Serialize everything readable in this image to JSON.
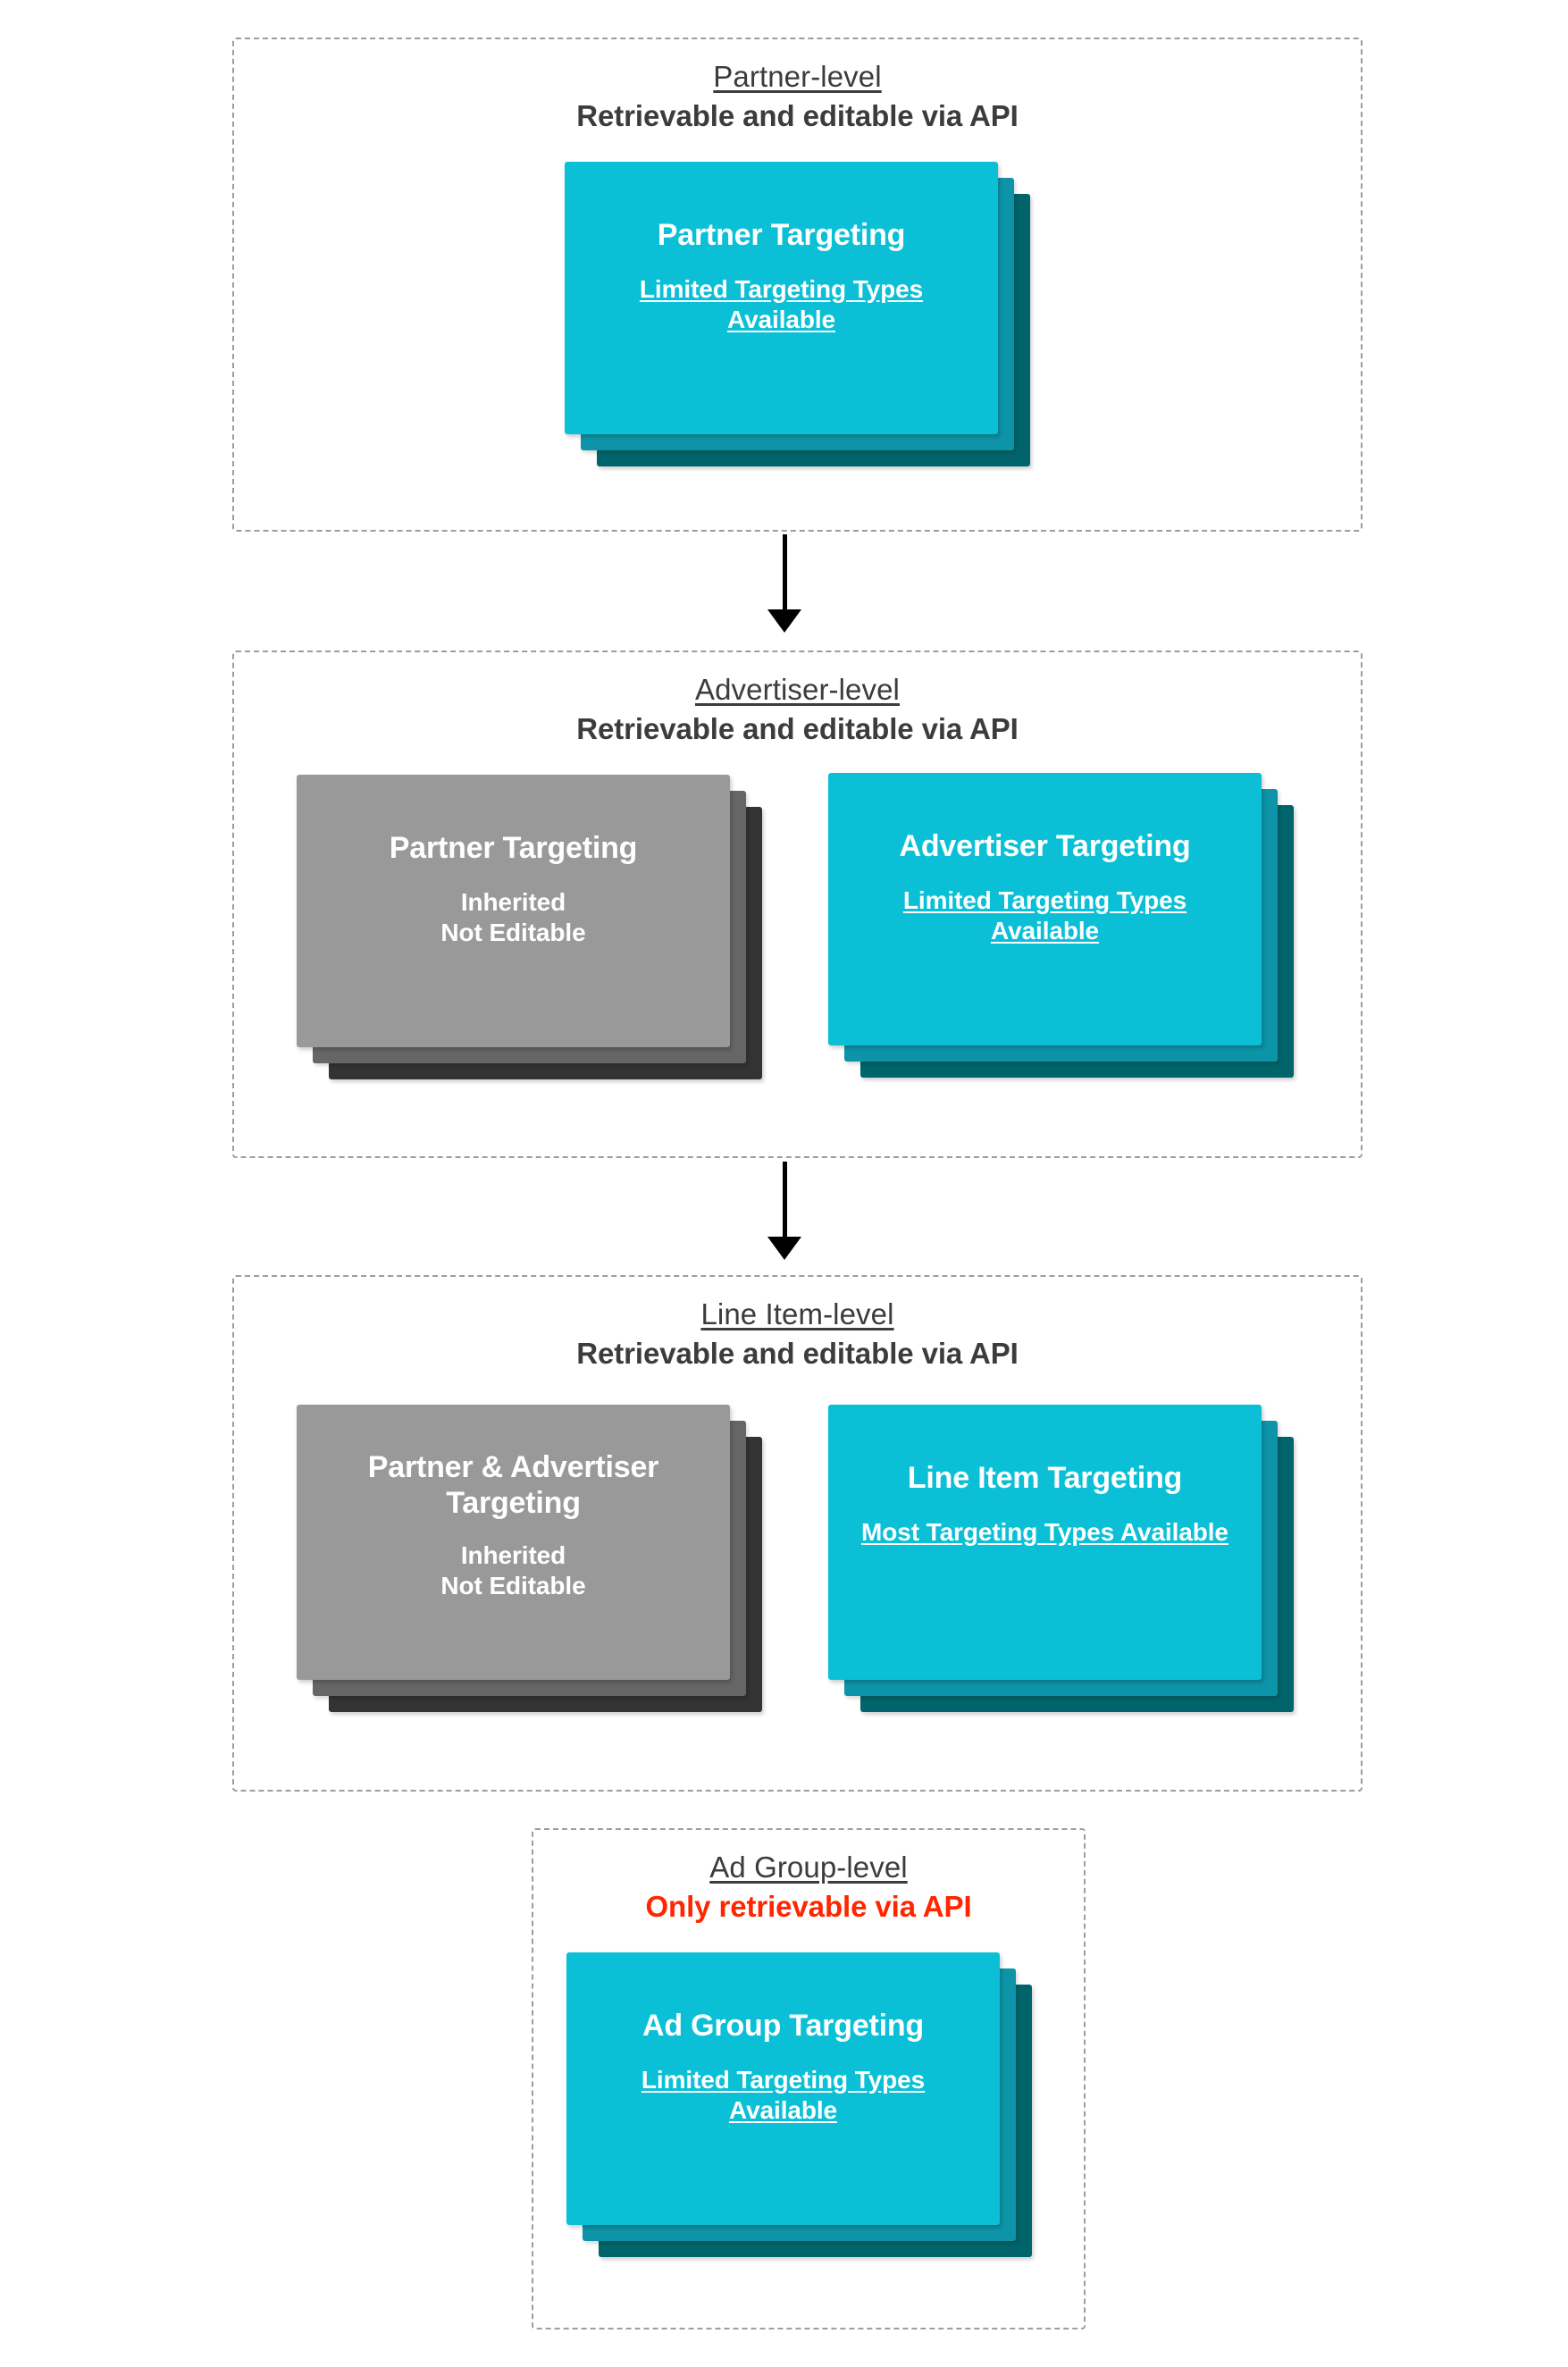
{
  "diagram": {
    "title_colors": {
      "heading_text": "#3c3c3c",
      "alert_text": "#ff2600",
      "card_cyan_front": "#0bc0d6",
      "card_cyan_mid": "#0d94a8",
      "card_cyan_back": "#00656b",
      "card_gray_front": "#999999",
      "card_gray_mid": "#666666",
      "card_gray_back": "#333333",
      "dashed_border": "#9d9d9d",
      "arrow": "#000000"
    },
    "levels": [
      {
        "id": "partner-level",
        "title": "Partner-level",
        "subtitle": "Retrievable and editable via API",
        "subtitle_alert": false,
        "cards": [
          {
            "id": "partner-targeting",
            "style": "cyan",
            "title": "Partner Targeting",
            "note": "Limited Targeting Types Available",
            "note_underlined": true
          }
        ]
      },
      {
        "id": "advertiser-level",
        "title": "Advertiser-level",
        "subtitle": "Retrievable and editable via API",
        "subtitle_alert": false,
        "cards": [
          {
            "id": "partner-targeting-inherited",
            "style": "gray",
            "title": "Partner Targeting",
            "note": "Inherited\nNot Editable",
            "note_underlined": false
          },
          {
            "id": "advertiser-targeting",
            "style": "cyan",
            "title": "Advertiser Targeting",
            "note": "Limited Targeting Types Available",
            "note_underlined": true
          }
        ]
      },
      {
        "id": "line-item-level",
        "title": "Line Item-level",
        "subtitle": "Retrievable and editable via API",
        "subtitle_alert": false,
        "cards": [
          {
            "id": "partner-advertiser-targeting-inherited",
            "style": "gray",
            "title": "Partner & Advertiser Targeting",
            "note": "Inherited\nNot Editable",
            "note_underlined": false
          },
          {
            "id": "line-item-targeting",
            "style": "cyan",
            "title": "Line Item Targeting",
            "note": "Most Targeting Types Available",
            "note_underlined": true
          }
        ]
      },
      {
        "id": "ad-group-level",
        "title": "Ad Group-level",
        "subtitle": "Only retrievable via API",
        "subtitle_alert": true,
        "cards": [
          {
            "id": "ad-group-targeting",
            "style": "cyan",
            "title": "Ad Group Targeting",
            "note": "Limited Targeting Types Available",
            "note_underlined": true
          }
        ]
      }
    ],
    "connectors": [
      {
        "id": "arrow-partner-to-advertiser",
        "from": "partner-level",
        "to": "advertiser-level"
      },
      {
        "id": "arrow-advertiser-to-line-item",
        "from": "advertiser-level",
        "to": "line-item-level"
      }
    ]
  }
}
